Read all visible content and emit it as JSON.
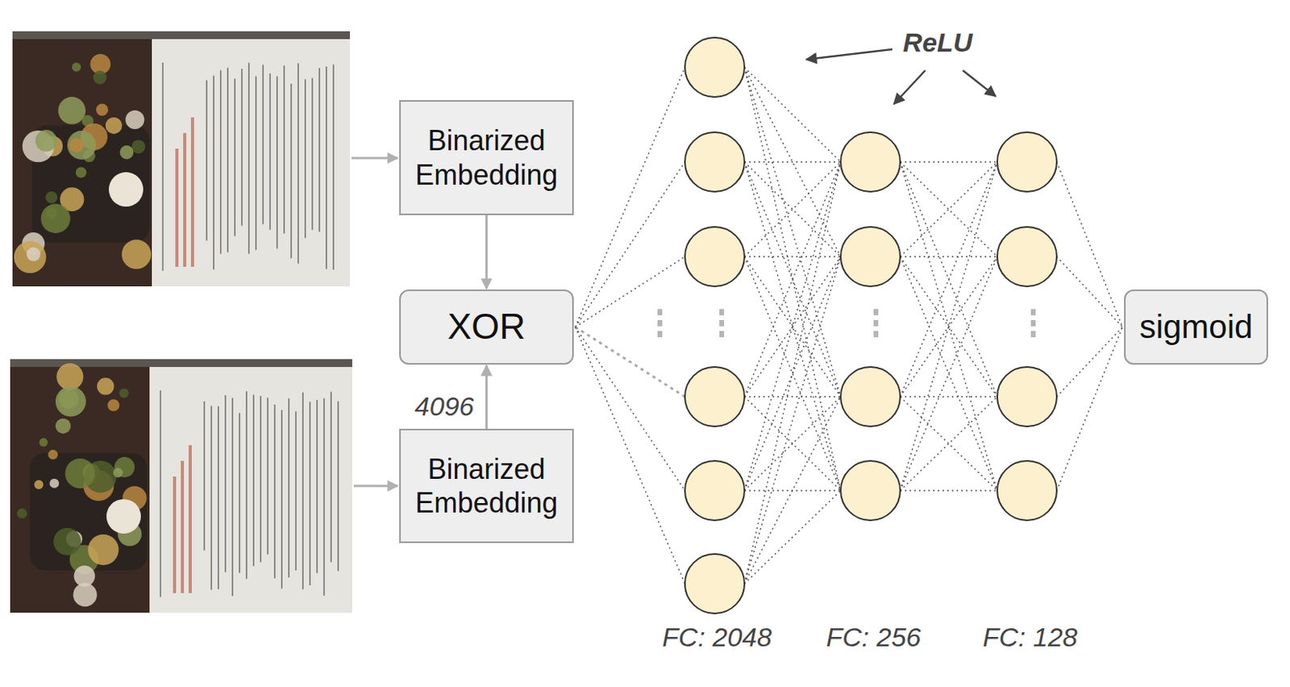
{
  "diagram": {
    "nodes": [
      {
        "text": [
          "Binarized Embedding"
        ]
      },
      {
        "text": [
          "XOR"
        ]
      },
      {
        "text": [
          "Binarized Embedding"
        ]
      },
      {
        "text": [
          "sigmoid"
        ]
      }
    ],
    "edges": [
      {
        "from": 0,
        "to": 1,
        "arrow": "to"
      },
      {
        "from": 2,
        "to": 1,
        "label": "4096",
        "arrow": "to"
      }
    ],
    "labels": [
      "ReLU",
      "FC: 2048",
      "FC: 256",
      "FC: 128"
    ]
  }
}
